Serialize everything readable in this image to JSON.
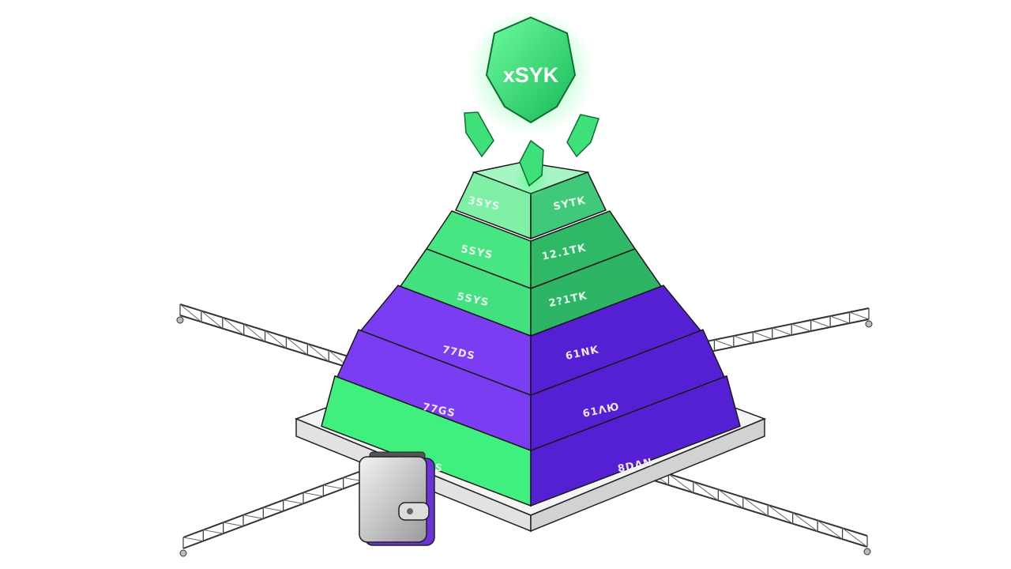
{
  "token": {
    "label": "xSYK",
    "icon": "shield-gem-icon"
  },
  "tiers": [
    {
      "left_label": "3SYS",
      "right_label": "SYTK",
      "left_color": "#7ff0a6",
      "right_color": "#41c97b"
    },
    {
      "left_label": "5SYS",
      "right_label": "12.1TK",
      "left_color": "#47e683",
      "right_color": "#2fb866"
    },
    {
      "left_label": "5SYS",
      "right_label": "2?1TK",
      "left_color": "#43e07f",
      "right_color": "#2db565"
    },
    {
      "left_label": "77DS",
      "right_label": "61NK",
      "left_color": "#7b3df2",
      "right_color": "#5520d4"
    },
    {
      "left_label": "77GS",
      "right_label": "61ΛЮ",
      "left_color": "#7b3df2",
      "right_color": "#5520d4"
    },
    {
      "left_label": "7SES",
      "right_label": "8DAN",
      "left_color": "#3ff07f",
      "right_color": "#5520d4"
    }
  ],
  "decor": {
    "wallet_icon": "wallet-icon",
    "crystal_icon": "crystal-icon",
    "truss_icon": "truss-bridge-icon"
  },
  "colors": {
    "green": "#3ff07f",
    "purple": "#5a22d6",
    "glow": "#4dff8a"
  }
}
